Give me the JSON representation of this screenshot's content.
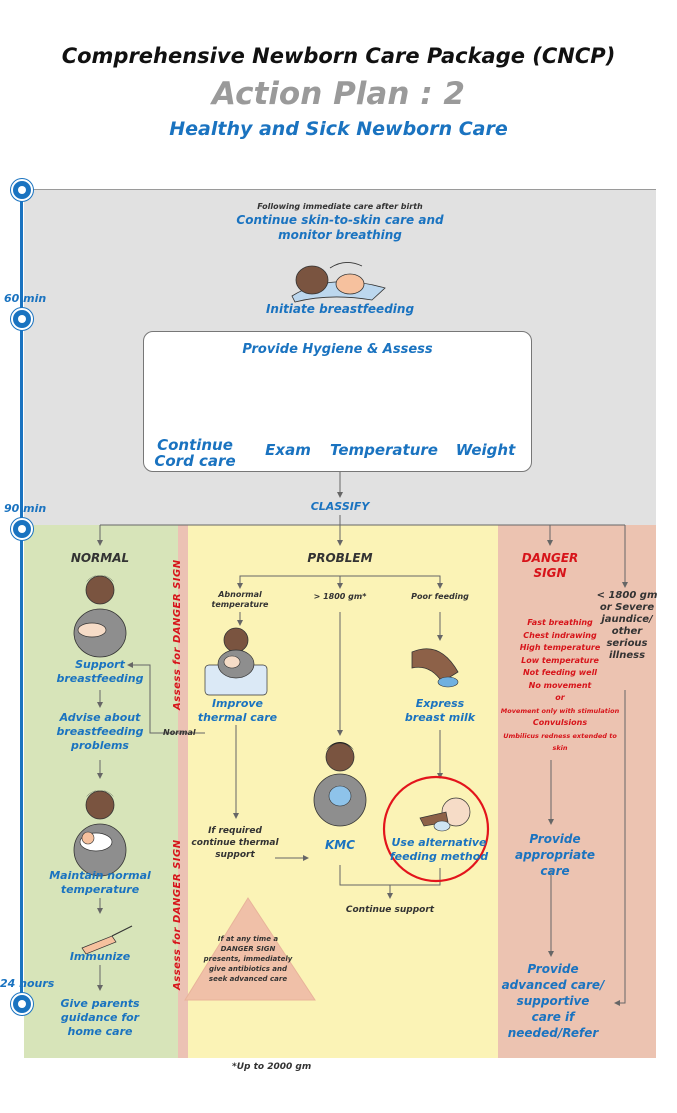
{
  "header": {
    "title": "Comprehensive Newborn Care Package (CNCP)",
    "subtitle": "Action Plan : 2",
    "section": "Healthy and Sick Newborn Care"
  },
  "timeline": {
    "t60": "60 min",
    "t90": "90 min",
    "t24": "24 hours"
  },
  "top": {
    "note": "Following immediate care after birth",
    "skin": "Continue skin-to-skin care and monitor breathing",
    "breastfeed": "Initiate breastfeeding",
    "hygiene_title": "Provide Hygiene & Assess",
    "assess": [
      "Continue Cord care",
      "Exam",
      "Temperature",
      "Weight"
    ],
    "classify": "CLASSIFY"
  },
  "normal": {
    "heading": "NORMAL",
    "support": "Support breastfeeding",
    "advise": "Advise about breastfeeding problems",
    "maintain": "Maintain normal temperature",
    "immunize": "Immunize",
    "guidance": "Give parents guidance for home care"
  },
  "problem": {
    "heading": "PROBLEM",
    "assess_danger": "Assess for DANGER SIGN",
    "branches": [
      "Abnormal temperature",
      "> 1800 gm*",
      "Poor feeding"
    ],
    "improve": "Improve thermal care",
    "normal_back": "Normal",
    "express": "Express breast milk",
    "required": "If required continue thermal support",
    "kmc": "KMC",
    "alt_feed": "Use alternative feeding method",
    "continue_support": "Continue support",
    "warning": "If at any time a DANGER SIGN presents, immediately give antibiotics and seek advanced care"
  },
  "danger": {
    "heading": "DANGER SIGN",
    "signs": [
      "Fast breathing",
      "Chest indrawing",
      "High temperature",
      "Low temperature",
      "Not feeding well",
      "No movement",
      "or",
      "Movement only with stimulation",
      "Convulsions",
      "Umbilicus redness extended to skin"
    ],
    "appropriate": "Provide appropriate care",
    "advanced": "Provide advanced care/ supportive care if needed/Refer",
    "severe": "< 1800 gm or Severe jaundice/ other serious illness"
  },
  "footnote": "*Up to 2000 gm"
}
